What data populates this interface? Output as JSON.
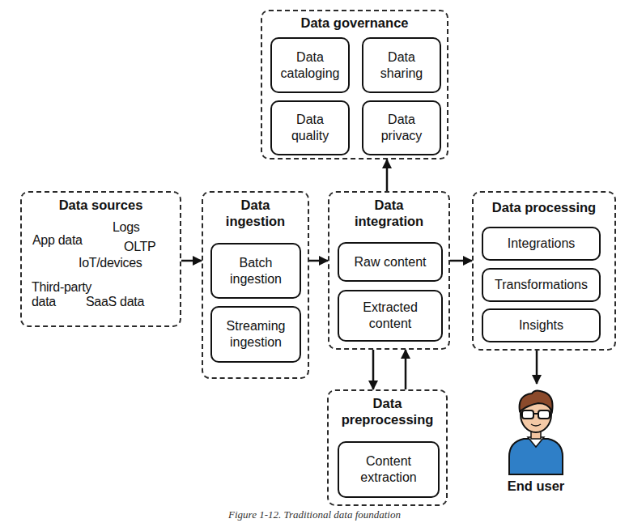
{
  "diagram": {
    "caption": "Figure 1-12. Traditional data foundation",
    "nodes": [
      {
        "text": [
          "Data governance"
        ]
      },
      {
        "text": [
          "Data cataloging"
        ],
        "in": 0
      },
      {
        "text": [
          "Data sharing"
        ],
        "in": 0
      },
      {
        "text": [
          "Data quality"
        ],
        "in": 0
      },
      {
        "text": [
          "Data privacy"
        ],
        "in": 0
      },
      {
        "text": [
          "Data sources",
          "Logs",
          "App data",
          "OLTP",
          "IoT/devices",
          "Third-party data",
          "SaaS data"
        ]
      },
      {
        "text": [
          "Data ingestion"
        ]
      },
      {
        "text": [
          "Batch ingestion"
        ],
        "in": 6
      },
      {
        "text": [
          "Streaming ingestion"
        ],
        "in": 6
      },
      {
        "text": [
          "Data integration"
        ]
      },
      {
        "text": [
          "Raw content"
        ],
        "in": 9
      },
      {
        "text": [
          "Extracted content"
        ],
        "in": 9
      },
      {
        "text": [
          "Data processing"
        ]
      },
      {
        "text": [
          "Integrations"
        ],
        "in": 12
      },
      {
        "text": [
          "Transformations"
        ],
        "in": 12
      },
      {
        "text": [
          "Insights"
        ],
        "in": 12
      },
      {
        "text": [
          "Data preprocessing"
        ]
      },
      {
        "text": [
          "Content extraction"
        ],
        "in": 16
      },
      {
        "text": [
          "End user"
        ]
      }
    ],
    "edges": [
      {
        "from": 5,
        "to": 6,
        "arrow": "to"
      },
      {
        "from": 6,
        "to": 9,
        "arrow": "to"
      },
      {
        "from": 9,
        "to": 12,
        "arrow": "to"
      },
      {
        "from": 9,
        "to": 0,
        "arrow": "to"
      },
      {
        "from": 9,
        "to": 16,
        "arrow": "to"
      },
      {
        "from": 16,
        "to": 9,
        "arrow": "to"
      },
      {
        "from": 12,
        "to": 18,
        "arrow": "to"
      }
    ]
  }
}
